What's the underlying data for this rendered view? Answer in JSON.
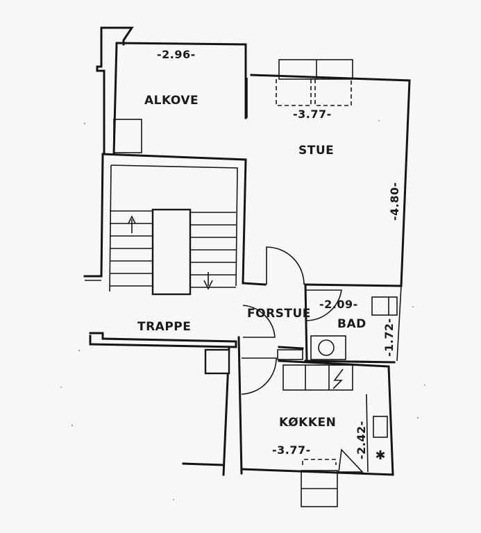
{
  "rooms": {
    "alkove": "ALKOVE",
    "stue": "STUE",
    "forstue": "FORSTUE",
    "bad": "BAD",
    "trappe": "TRAPPE",
    "kokken": "KØKKEN"
  },
  "dimensions": {
    "alkove_width": "-2.96-",
    "stue_width": "-3.77-",
    "stue_depth": "-4.80-",
    "bad_width": "-2.09-",
    "bad_depth": "-1.72-",
    "kokken_depth": "-2.42-",
    "kokken_width": "-3.77-"
  }
}
